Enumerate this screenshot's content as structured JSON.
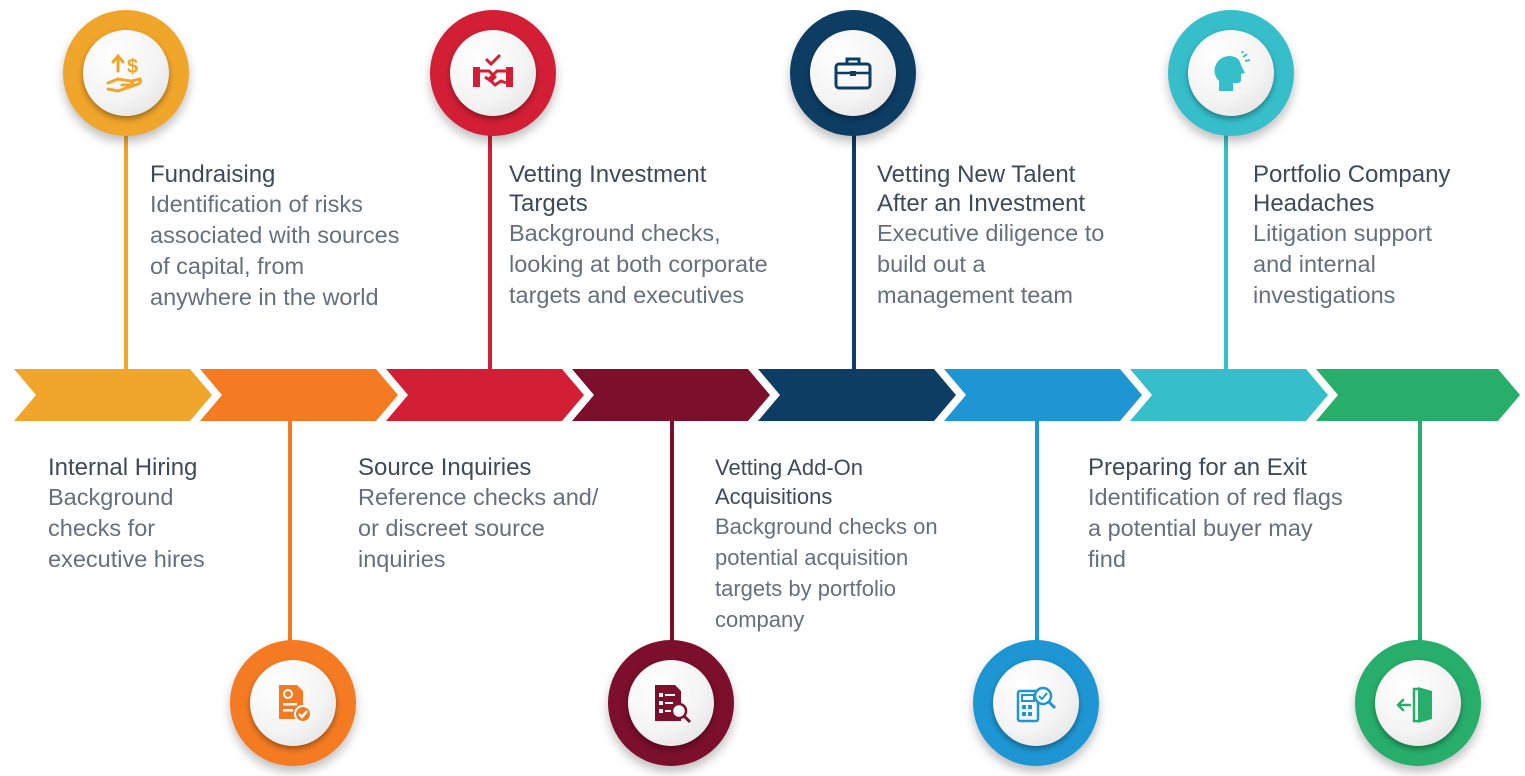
{
  "colors": {
    "yellow": "#F0A52B",
    "orange": "#F47B22",
    "red": "#D21F35",
    "maroon": "#7B0F2C",
    "navy": "#0E3D64",
    "blue": "#1E96D3",
    "teal": "#36BFCB",
    "green": "#27AE6A",
    "title_text": "#3C4A5C",
    "desc_text": "#64707E"
  },
  "steps": [
    {
      "title": "Fundraising",
      "desc_lines": [
        "Identification of risks",
        "associated with sources",
        "of capital, from",
        "anywhere in the world"
      ],
      "icon": "money-hand-icon",
      "color": "yellow",
      "position": "top"
    },
    {
      "title": "Internal Hiring",
      "desc_lines": [
        "Background",
        "checks for",
        "executive hires"
      ],
      "icon": "resume-check-icon",
      "color": "orange",
      "position": "bottom"
    },
    {
      "title": "Vetting Investment",
      "title2": "Targets",
      "desc_lines": [
        "Background checks,",
        "looking at both corporate",
        "targets and executives"
      ],
      "icon": "handshake-icon",
      "color": "red",
      "position": "top"
    },
    {
      "title": "Source Inquiries",
      "desc_lines": [
        "Reference checks and/",
        "or discreet source",
        "inquiries"
      ],
      "icon": "document-search-icon",
      "color": "maroon",
      "position": "bottom"
    },
    {
      "title": "Vetting New Talent",
      "title2": "After an Investment",
      "desc_lines": [
        "Executive diligence to",
        "build out a",
        "management team"
      ],
      "icon": "briefcase-icon",
      "color": "navy",
      "position": "top"
    },
    {
      "title": "Vetting Add-On",
      "title2": "Acquisitions",
      "desc_lines": [
        "Background checks on",
        "potential acquisition",
        "targets by portfolio",
        "company"
      ],
      "icon": "calculator-search-icon",
      "color": "blue",
      "position": "bottom"
    },
    {
      "title": "Portfolio Company",
      "title2": "Headaches",
      "desc_lines": [
        "Litigation support",
        "and internal",
        "investigations"
      ],
      "icon": "head-pain-icon",
      "color": "teal",
      "position": "top"
    },
    {
      "title": "Preparing for an Exit",
      "desc_lines": [
        "Identification of red flags",
        "a potential buyer may",
        "find"
      ],
      "icon": "exit-door-icon",
      "color": "green",
      "position": "bottom"
    }
  ]
}
